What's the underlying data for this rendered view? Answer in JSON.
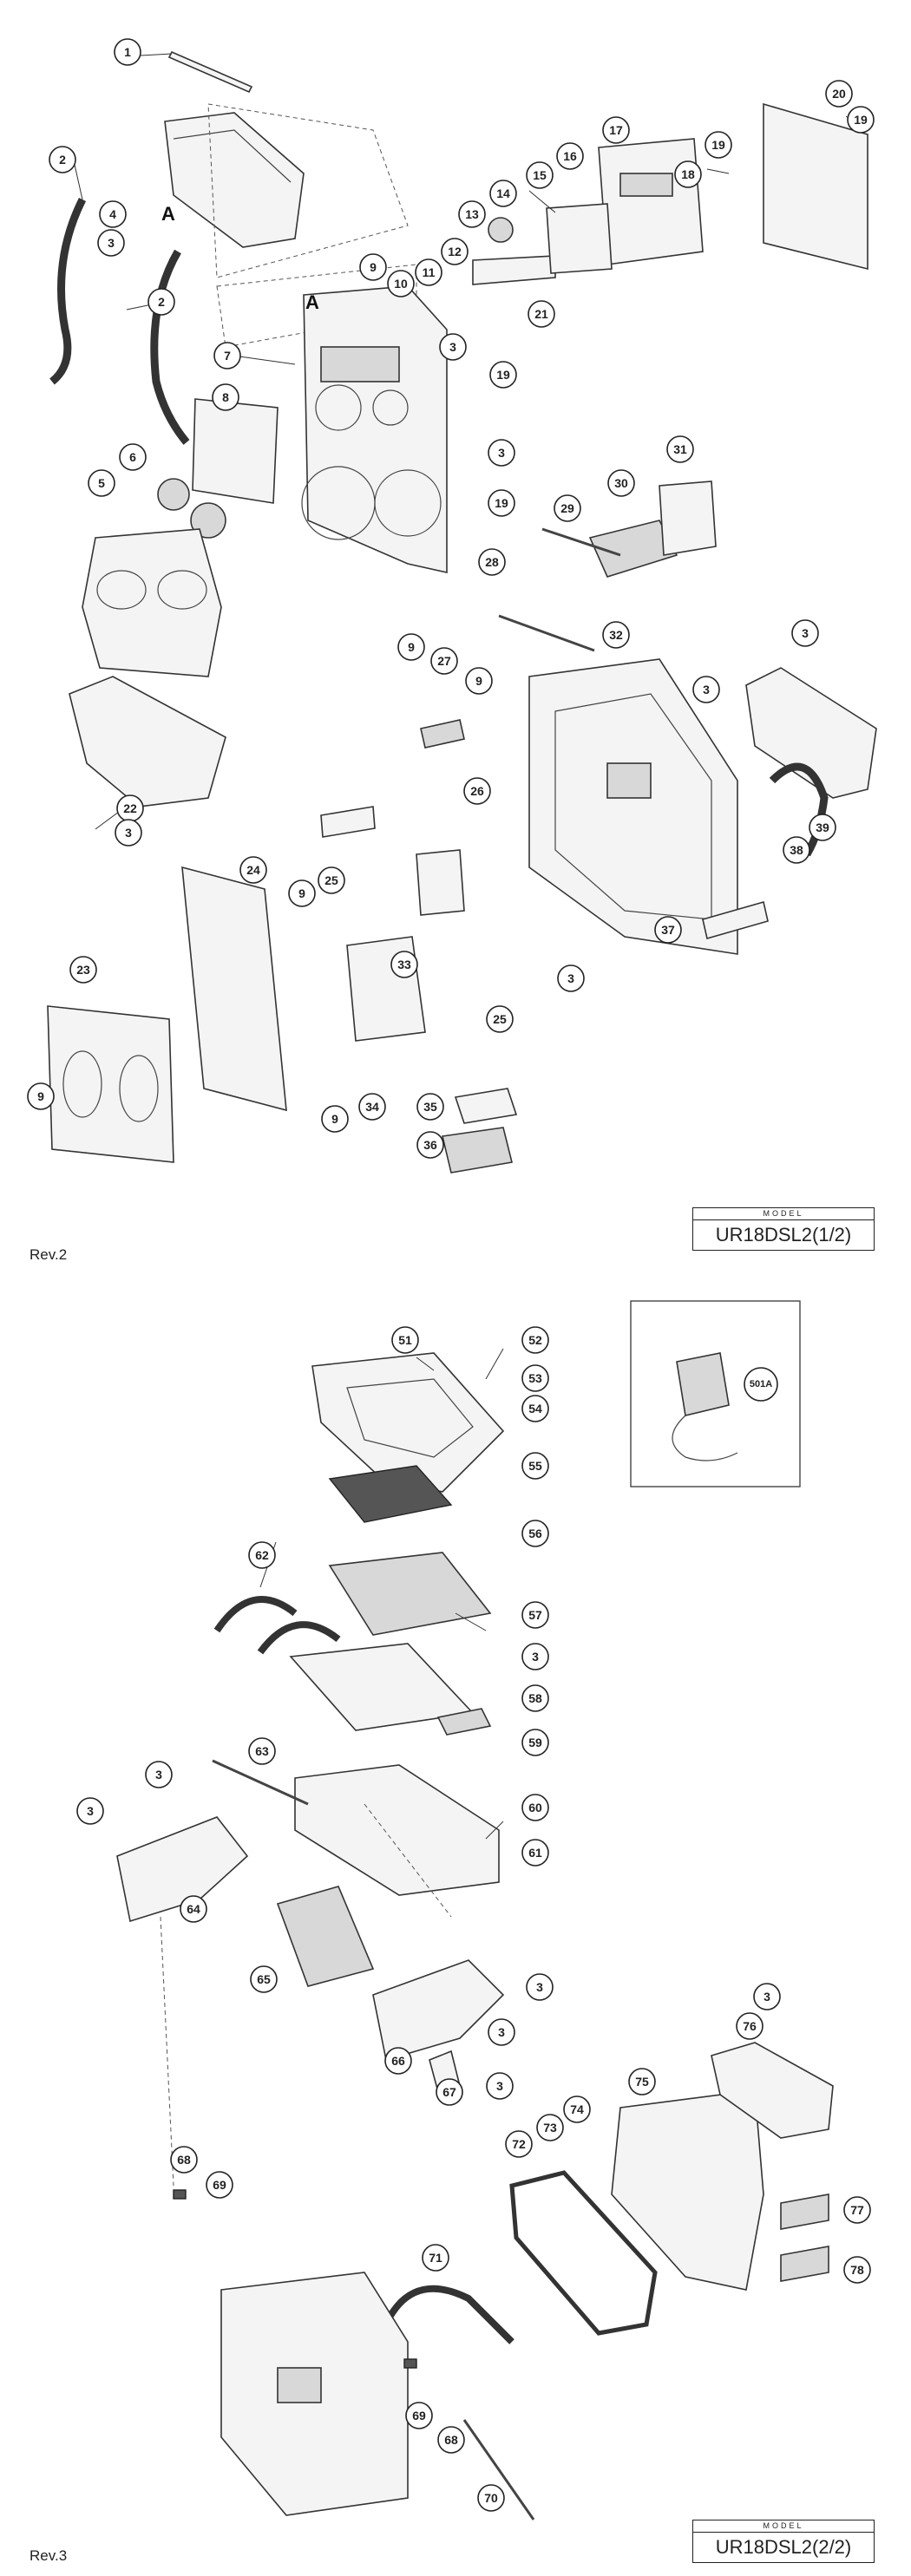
{
  "sheet1": {
    "model_label": "MODEL",
    "model_value": "UR18DSL2(1/2)",
    "revision": "Rev.2",
    "letter_a": "A",
    "callouts": [
      "1",
      "2",
      "2",
      "3",
      "4",
      "5",
      "6",
      "7",
      "8",
      "9",
      "10",
      "11",
      "12",
      "3",
      "13",
      "14",
      "15",
      "16",
      "17",
      "18",
      "19",
      "20",
      "19",
      "21",
      "19",
      "3",
      "19",
      "22",
      "3",
      "9",
      "27",
      "9",
      "28",
      "29",
      "30",
      "31",
      "32",
      "3",
      "3",
      "26",
      "39",
      "38",
      "37",
      "24",
      "9",
      "25",
      "33",
      "23",
      "9",
      "34",
      "9",
      "25",
      "3",
      "35",
      "36"
    ]
  },
  "sheet2": {
    "model_label": "MODEL",
    "model_value": "UR18DSL2(2/2)",
    "revision": "Rev.3",
    "callouts": [
      "51",
      "52",
      "53",
      "54",
      "55",
      "56",
      "62",
      "57",
      "3",
      "58",
      "59",
      "60",
      "61",
      "63",
      "3",
      "3",
      "64",
      "65",
      "3",
      "3",
      "3",
      "66",
      "67",
      "76",
      "3",
      "75",
      "74",
      "73",
      "72",
      "77",
      "78",
      "71",
      "68",
      "69",
      "69",
      "68",
      "70"
    ],
    "inset_callout": "501A"
  }
}
